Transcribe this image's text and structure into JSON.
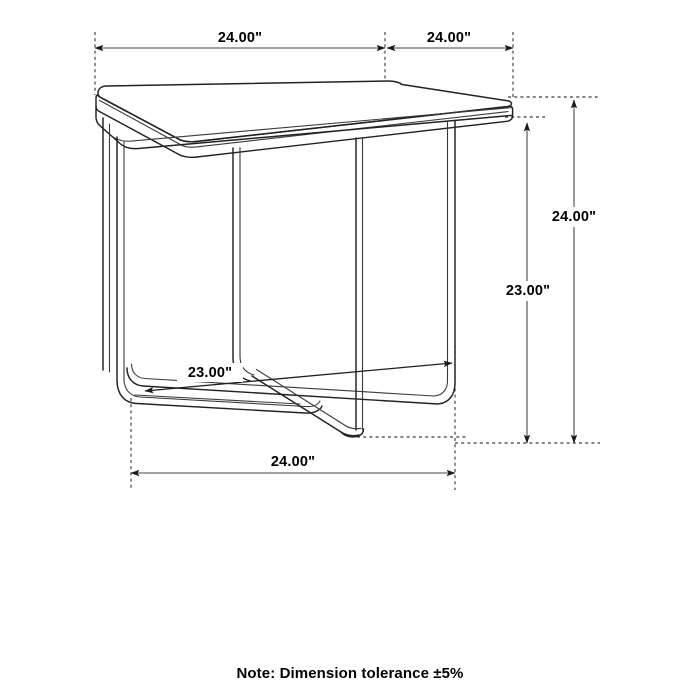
{
  "drawing": {
    "title": "Side table dimension drawing",
    "note": "Note: Dimension tolerance ±5%",
    "units": "inches",
    "colors": {
      "background": "#ffffff",
      "product_line": "#222222",
      "extension_line": "#3d3d3d",
      "dimension_line": "#6a6a6a",
      "text": "#000000"
    },
    "dimensions": {
      "top_left": "24.00\"",
      "top_right": "24.00\"",
      "right_outer": "24.00\"",
      "right_inner": "23.00\"",
      "base_depth": "23.00\"",
      "base_width": "24.00\""
    },
    "labels": {
      "top_left_label": "24.00\"",
      "top_right_label": "24.00\"",
      "right_outer_label": "24.00\"",
      "right_inner_label": "23.00\"",
      "base_depth_label": "23.00\"",
      "base_width_label": "24.00\""
    }
  }
}
